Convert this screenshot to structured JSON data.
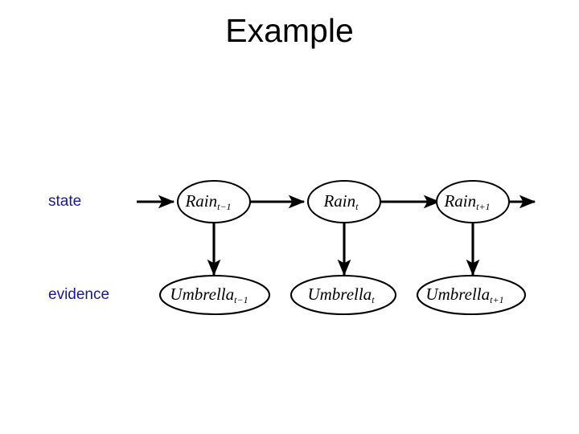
{
  "slide": {
    "title": "Example",
    "background_color": "#ffffff",
    "title_color": "#000000"
  },
  "labels": {
    "accent_color": "#1a1a8c",
    "state": "state",
    "evidence": "evidence"
  },
  "diagram": {
    "type": "dynamic-bayesian-network",
    "edge_color": "#000000",
    "node_fill": "#ffffff",
    "node_stroke": "#000000",
    "state_nodes": [
      {
        "base": "Rain",
        "subscript": "t−1"
      },
      {
        "base": "Rain",
        "subscript": "t"
      },
      {
        "base": "Rain",
        "subscript": "t+1"
      }
    ],
    "evidence_nodes": [
      {
        "base": "Umbrella",
        "subscript": "t−1"
      },
      {
        "base": "Umbrella",
        "subscript": "t"
      },
      {
        "base": "Umbrella",
        "subscript": "t+1"
      }
    ]
  }
}
